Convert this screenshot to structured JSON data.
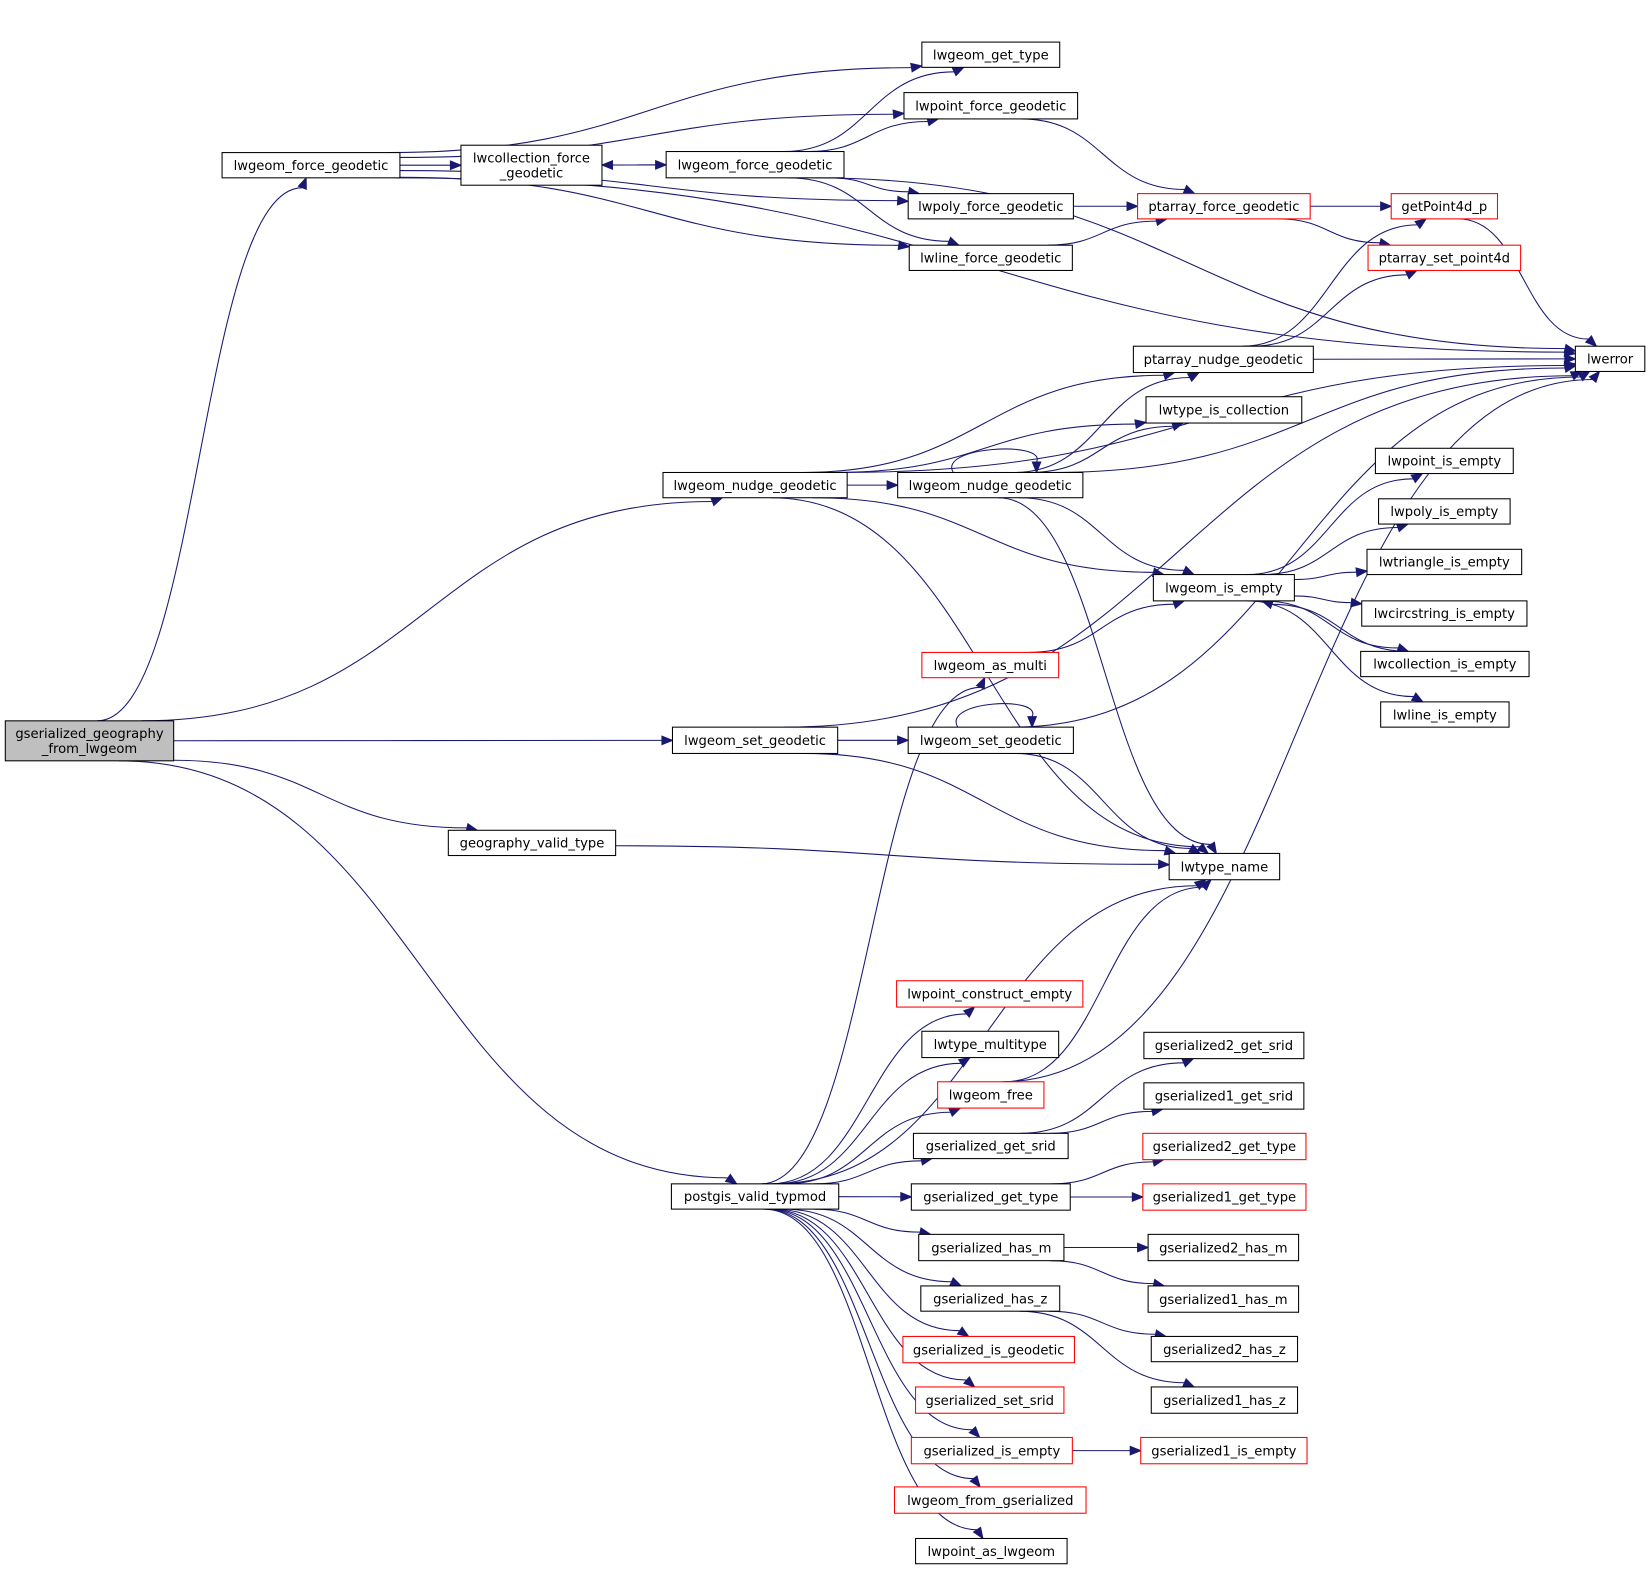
{
  "diagram": {
    "type": "call-graph",
    "colors": {
      "edge": "#191970",
      "node_border_default": "#000000",
      "node_border_truncated": "#ff0000",
      "root_fill": "#bfbfbf",
      "node_fill": "#ffffff"
    },
    "nodes": [
      {
        "id": "root",
        "lines": [
          "gserialized_geography",
          "_from_lwgeom"
        ],
        "kind": "root"
      },
      {
        "id": "lwgeom_force_geodetic_a",
        "lines": [
          "lwgeom_force_geodetic"
        ],
        "kind": "normal"
      },
      {
        "id": "lwcollection_force_geodetic",
        "lines": [
          "lwcollection_force",
          "_geodetic"
        ],
        "kind": "normal"
      },
      {
        "id": "lwgeom_force_geodetic_b",
        "lines": [
          "lwgeom_force_geodetic"
        ],
        "kind": "normal"
      },
      {
        "id": "lwgeom_get_type",
        "lines": [
          "lwgeom_get_type"
        ],
        "kind": "normal"
      },
      {
        "id": "lwpoint_force_geodetic",
        "lines": [
          "lwpoint_force_geodetic"
        ],
        "kind": "normal"
      },
      {
        "id": "lwpoly_force_geodetic",
        "lines": [
          "lwpoly_force_geodetic"
        ],
        "kind": "normal"
      },
      {
        "id": "lwline_force_geodetic",
        "lines": [
          "lwline_force_geodetic"
        ],
        "kind": "normal"
      },
      {
        "id": "ptarray_force_geodetic",
        "lines": [
          "ptarray_force_geodetic"
        ],
        "kind": "truncated"
      },
      {
        "id": "getPoint4d_p",
        "lines": [
          "getPoint4d_p"
        ],
        "kind": "truncated"
      },
      {
        "id": "ptarray_set_point4d",
        "lines": [
          "ptarray_set_point4d"
        ],
        "kind": "truncated"
      },
      {
        "id": "lwerror",
        "lines": [
          "lwerror"
        ],
        "kind": "normal"
      },
      {
        "id": "ptarray_nudge_geodetic",
        "lines": [
          "ptarray_nudge_geodetic"
        ],
        "kind": "normal"
      },
      {
        "id": "lwtype_is_collection",
        "lines": [
          "lwtype_is_collection"
        ],
        "kind": "normal"
      },
      {
        "id": "lwgeom_nudge_geodetic_a",
        "lines": [
          "lwgeom_nudge_geodetic"
        ],
        "kind": "normal"
      },
      {
        "id": "lwgeom_nudge_geodetic_b",
        "lines": [
          "lwgeom_nudge_geodetic"
        ],
        "kind": "normal"
      },
      {
        "id": "lwpoint_is_empty",
        "lines": [
          "lwpoint_is_empty"
        ],
        "kind": "normal"
      },
      {
        "id": "lwpoly_is_empty",
        "lines": [
          "lwpoly_is_empty"
        ],
        "kind": "normal"
      },
      {
        "id": "lwtriangle_is_empty",
        "lines": [
          "lwtriangle_is_empty"
        ],
        "kind": "normal"
      },
      {
        "id": "lwgeom_is_empty",
        "lines": [
          "lwgeom_is_empty"
        ],
        "kind": "normal"
      },
      {
        "id": "lwcircstring_is_empty",
        "lines": [
          "lwcircstring_is_empty"
        ],
        "kind": "normal"
      },
      {
        "id": "lwcollection_is_empty",
        "lines": [
          "lwcollection_is_empty"
        ],
        "kind": "normal"
      },
      {
        "id": "lwline_is_empty",
        "lines": [
          "lwline_is_empty"
        ],
        "kind": "normal"
      },
      {
        "id": "lwgeom_as_multi",
        "lines": [
          "lwgeom_as_multi"
        ],
        "kind": "truncated"
      },
      {
        "id": "lwgeom_set_geodetic_a",
        "lines": [
          "lwgeom_set_geodetic"
        ],
        "kind": "normal"
      },
      {
        "id": "lwgeom_set_geodetic_b",
        "lines": [
          "lwgeom_set_geodetic"
        ],
        "kind": "normal"
      },
      {
        "id": "geography_valid_type",
        "lines": [
          "geography_valid_type"
        ],
        "kind": "normal"
      },
      {
        "id": "lwtype_name",
        "lines": [
          "lwtype_name"
        ],
        "kind": "normal"
      },
      {
        "id": "lwpoint_construct_empty",
        "lines": [
          "lwpoint_construct_empty"
        ],
        "kind": "truncated"
      },
      {
        "id": "lwtype_multitype",
        "lines": [
          "lwtype_multitype"
        ],
        "kind": "normal"
      },
      {
        "id": "lwgeom_free",
        "lines": [
          "lwgeom_free"
        ],
        "kind": "truncated"
      },
      {
        "id": "gserialized2_get_srid",
        "lines": [
          "gserialized2_get_srid"
        ],
        "kind": "normal"
      },
      {
        "id": "gserialized1_get_srid",
        "lines": [
          "gserialized1_get_srid"
        ],
        "kind": "normal"
      },
      {
        "id": "gserialized_get_srid",
        "lines": [
          "gserialized_get_srid"
        ],
        "kind": "normal"
      },
      {
        "id": "gserialized2_get_type",
        "lines": [
          "gserialized2_get_type"
        ],
        "kind": "truncated"
      },
      {
        "id": "postgis_valid_typmod",
        "lines": [
          "postgis_valid_typmod"
        ],
        "kind": "normal"
      },
      {
        "id": "gserialized_get_type",
        "lines": [
          "gserialized_get_type"
        ],
        "kind": "normal"
      },
      {
        "id": "gserialized1_get_type",
        "lines": [
          "gserialized1_get_type"
        ],
        "kind": "truncated"
      },
      {
        "id": "gserialized_has_m",
        "lines": [
          "gserialized_has_m"
        ],
        "kind": "normal"
      },
      {
        "id": "gserialized2_has_m",
        "lines": [
          "gserialized2_has_m"
        ],
        "kind": "normal"
      },
      {
        "id": "gserialized1_has_m",
        "lines": [
          "gserialized1_has_m"
        ],
        "kind": "normal"
      },
      {
        "id": "gserialized_has_z",
        "lines": [
          "gserialized_has_z"
        ],
        "kind": "normal"
      },
      {
        "id": "gserialized2_has_z",
        "lines": [
          "gserialized2_has_z"
        ],
        "kind": "normal"
      },
      {
        "id": "gserialized1_has_z",
        "lines": [
          "gserialized1_has_z"
        ],
        "kind": "normal"
      },
      {
        "id": "gserialized_is_geodetic",
        "lines": [
          "gserialized_is_geodetic"
        ],
        "kind": "truncated"
      },
      {
        "id": "gserialized_set_srid",
        "lines": [
          "gserialized_set_srid"
        ],
        "kind": "truncated"
      },
      {
        "id": "gserialized_is_empty",
        "lines": [
          "gserialized_is_empty"
        ],
        "kind": "truncated"
      },
      {
        "id": "gserialized1_is_empty",
        "lines": [
          "gserialized1_is_empty"
        ],
        "kind": "truncated"
      },
      {
        "id": "lwgeom_from_gserialized",
        "lines": [
          "lwgeom_from_gserialized"
        ],
        "kind": "truncated"
      },
      {
        "id": "lwpoint_as_lwgeom",
        "lines": [
          "lwpoint_as_lwgeom"
        ],
        "kind": "normal"
      }
    ],
    "edges": [
      [
        "root",
        "lwgeom_force_geodetic_a"
      ],
      [
        "root",
        "lwgeom_nudge_geodetic_a"
      ],
      [
        "root",
        "lwgeom_set_geodetic_a"
      ],
      [
        "root",
        "geography_valid_type"
      ],
      [
        "root",
        "postgis_valid_typmod"
      ],
      [
        "lwgeom_force_geodetic_a",
        "lwerror"
      ],
      [
        "lwgeom_force_geodetic_a",
        "lwgeom_get_type"
      ],
      [
        "lwgeom_force_geodetic_a",
        "lwpoint_force_geodetic"
      ],
      [
        "lwgeom_force_geodetic_a",
        "lwcollection_force_geodetic"
      ],
      [
        "lwgeom_force_geodetic_a",
        "lwpoly_force_geodetic"
      ],
      [
        "lwgeom_force_geodetic_a",
        "lwline_force_geodetic"
      ],
      [
        "lwcollection_force_geodetic",
        "lwgeom_force_geodetic_b"
      ],
      [
        "lwgeom_force_geodetic_b",
        "lwcollection_force_geodetic"
      ],
      [
        "lwgeom_force_geodetic_b",
        "lwgeom_get_type"
      ],
      [
        "lwgeom_force_geodetic_b",
        "lwpoint_force_geodetic"
      ],
      [
        "lwgeom_force_geodetic_b",
        "lwerror"
      ],
      [
        "lwgeom_force_geodetic_b",
        "lwpoly_force_geodetic"
      ],
      [
        "lwgeom_force_geodetic_b",
        "lwline_force_geodetic"
      ],
      [
        "lwpoint_force_geodetic",
        "ptarray_force_geodetic"
      ],
      [
        "lwpoly_force_geodetic",
        "ptarray_force_geodetic"
      ],
      [
        "lwline_force_geodetic",
        "ptarray_force_geodetic"
      ],
      [
        "ptarray_force_geodetic",
        "getPoint4d_p"
      ],
      [
        "ptarray_force_geodetic",
        "ptarray_set_point4d"
      ],
      [
        "getPoint4d_p",
        "lwerror"
      ],
      [
        "ptarray_nudge_geodetic",
        "getPoint4d_p"
      ],
      [
        "ptarray_nudge_geodetic",
        "ptarray_set_point4d"
      ],
      [
        "ptarray_nudge_geodetic",
        "lwerror"
      ],
      [
        "lwgeom_nudge_geodetic_a",
        "lwerror"
      ],
      [
        "lwgeom_nudge_geodetic_a",
        "ptarray_nudge_geodetic"
      ],
      [
        "lwgeom_nudge_geodetic_a",
        "lwtype_is_collection"
      ],
      [
        "lwgeom_nudge_geodetic_a",
        "lwgeom_nudge_geodetic_b"
      ],
      [
        "lwgeom_nudge_geodetic_a",
        "lwgeom_is_empty"
      ],
      [
        "lwgeom_nudge_geodetic_a",
        "lwtype_name"
      ],
      [
        "lwgeom_nudge_geodetic_b",
        "ptarray_nudge_geodetic"
      ],
      [
        "lwgeom_nudge_geodetic_b",
        "lwtype_is_collection"
      ],
      [
        "lwgeom_nudge_geodetic_b",
        "lwgeom_nudge_geodetic_b"
      ],
      [
        "lwgeom_nudge_geodetic_b",
        "lwerror"
      ],
      [
        "lwgeom_nudge_geodetic_b",
        "lwgeom_is_empty"
      ],
      [
        "lwgeom_nudge_geodetic_b",
        "lwtype_name"
      ],
      [
        "lwgeom_is_empty",
        "lwpoint_is_empty"
      ],
      [
        "lwgeom_is_empty",
        "lwpoly_is_empty"
      ],
      [
        "lwgeom_is_empty",
        "lwtriangle_is_empty"
      ],
      [
        "lwgeom_is_empty",
        "lwcircstring_is_empty"
      ],
      [
        "lwgeom_is_empty",
        "lwcollection_is_empty"
      ],
      [
        "lwgeom_is_empty",
        "lwline_is_empty"
      ],
      [
        "lwcollection_is_empty",
        "lwgeom_is_empty"
      ],
      [
        "lwgeom_as_multi",
        "lwgeom_is_empty"
      ],
      [
        "lwgeom_set_geodetic_a",
        "lwerror"
      ],
      [
        "lwgeom_set_geodetic_a",
        "lwgeom_set_geodetic_b"
      ],
      [
        "lwgeom_set_geodetic_a",
        "lwtype_name"
      ],
      [
        "lwgeom_set_geodetic_b",
        "lwgeom_set_geodetic_b"
      ],
      [
        "lwgeom_set_geodetic_b",
        "lwerror"
      ],
      [
        "lwgeom_set_geodetic_b",
        "lwtype_name"
      ],
      [
        "geography_valid_type",
        "lwtype_name"
      ],
      [
        "postgis_valid_typmod",
        "lwgeom_as_multi"
      ],
      [
        "postgis_valid_typmod",
        "lwtype_name"
      ],
      [
        "postgis_valid_typmod",
        "lwpoint_construct_empty"
      ],
      [
        "postgis_valid_typmod",
        "lwtype_multitype"
      ],
      [
        "postgis_valid_typmod",
        "lwgeom_free"
      ],
      [
        "postgis_valid_typmod",
        "gserialized_get_srid"
      ],
      [
        "postgis_valid_typmod",
        "gserialized_get_type"
      ],
      [
        "postgis_valid_typmod",
        "gserialized_has_m"
      ],
      [
        "postgis_valid_typmod",
        "gserialized_has_z"
      ],
      [
        "postgis_valid_typmod",
        "gserialized_is_geodetic"
      ],
      [
        "postgis_valid_typmod",
        "gserialized_set_srid"
      ],
      [
        "postgis_valid_typmod",
        "gserialized_is_empty"
      ],
      [
        "postgis_valid_typmod",
        "lwgeom_from_gserialized"
      ],
      [
        "postgis_valid_typmod",
        "lwpoint_as_lwgeom"
      ],
      [
        "lwgeom_free",
        "lwtype_name"
      ],
      [
        "lwgeom_free",
        "lwerror"
      ],
      [
        "gserialized_get_srid",
        "gserialized2_get_srid"
      ],
      [
        "gserialized_get_srid",
        "gserialized1_get_srid"
      ],
      [
        "gserialized_get_type",
        "gserialized2_get_type"
      ],
      [
        "gserialized_get_type",
        "gserialized1_get_type"
      ],
      [
        "gserialized_has_m",
        "gserialized2_has_m"
      ],
      [
        "gserialized_has_m",
        "gserialized1_has_m"
      ],
      [
        "gserialized_has_z",
        "gserialized2_has_z"
      ],
      [
        "gserialized_has_z",
        "gserialized1_has_z"
      ],
      [
        "gserialized_is_empty",
        "gserialized1_is_empty"
      ]
    ]
  }
}
